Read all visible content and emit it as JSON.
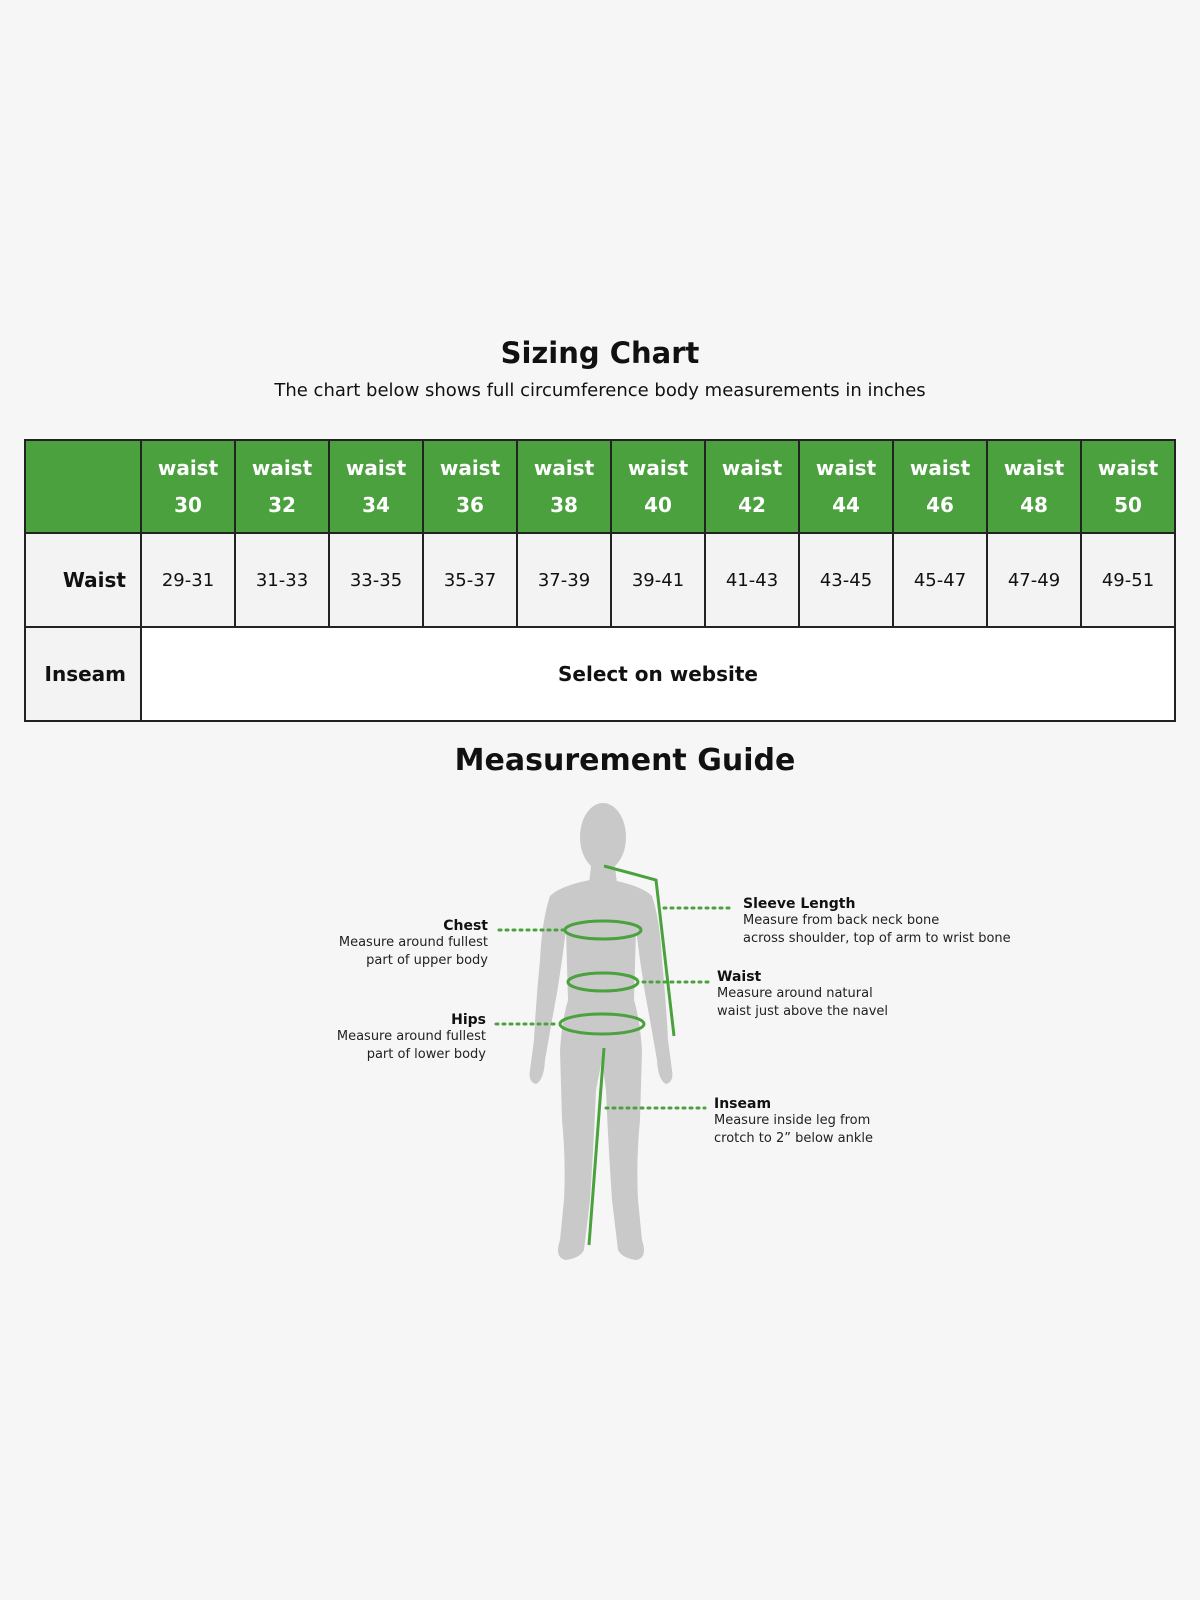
{
  "title": "Sizing Chart",
  "subtitle": "The chart below shows full circumference body measurements in inches",
  "table": {
    "header_word": "waist",
    "sizes": [
      "30",
      "32",
      "34",
      "36",
      "38",
      "40",
      "42",
      "44",
      "46",
      "48",
      "50"
    ],
    "rows": [
      {
        "label": "Waist",
        "values": [
          "29-31",
          "31-33",
          "33-35",
          "35-37",
          "37-39",
          "39-41",
          "41-43",
          "43-45",
          "45-47",
          "47-49",
          "49-51"
        ]
      },
      {
        "label": "Inseam",
        "merged_value": "Select on website"
      }
    ]
  },
  "guide": {
    "title": "Measurement Guide",
    "chest": {
      "label": "Chest",
      "desc": [
        "Measure around fullest",
        "part of upper body"
      ]
    },
    "hips": {
      "label": "Hips",
      "desc": [
        "Measure around fullest",
        "part of lower body"
      ]
    },
    "sleeve": {
      "label": "Sleeve Length",
      "desc": [
        "Measure  from back neck bone",
        "across shoulder, top of arm to wrist bone"
      ]
    },
    "waist": {
      "label": "Waist",
      "desc": [
        "Measure around natural",
        "waist just above the navel"
      ]
    },
    "inseam": {
      "label": "Inseam",
      "desc": [
        "Measure inside leg from",
        "crotch to 2” below ankle"
      ]
    }
  },
  "colors": {
    "accent": "#4ca13f",
    "figure": "#c9c9c9",
    "background": "#f6f6f6"
  },
  "icons": {
    "figure": "body-silhouette-icon"
  }
}
